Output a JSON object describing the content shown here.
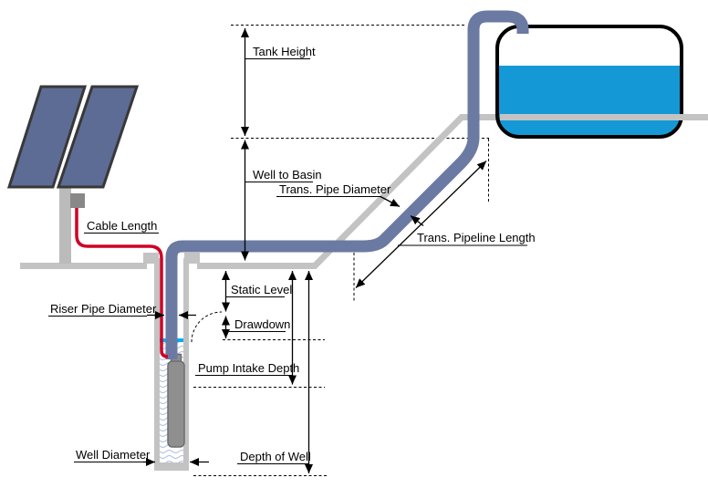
{
  "diagram": {
    "labels": {
      "tank_height": "Tank Height",
      "well_to_basin": "Well to Basin",
      "trans_pipe_diameter": "Trans. Pipe Diameter",
      "trans_pipeline_length": "Trans. Pipeline Length",
      "cable_length": "Cable Length",
      "riser_pipe_diameter": "Riser Pipe Diameter",
      "static_level": "Static Level",
      "drawdown": "Drawdown",
      "pump_intake_depth": "Pump Intake Depth",
      "well_diameter": "Well Diameter",
      "depth_of_well": "Depth of Well"
    },
    "colors": {
      "pipe": "#6B7AA2",
      "cable": "#CE0025",
      "tank_water": "#1499D6",
      "water_table": "#00AEEF",
      "ground": "#C3C3C3",
      "panel": "#5D6C94",
      "pump": "#8F8F8F"
    }
  }
}
